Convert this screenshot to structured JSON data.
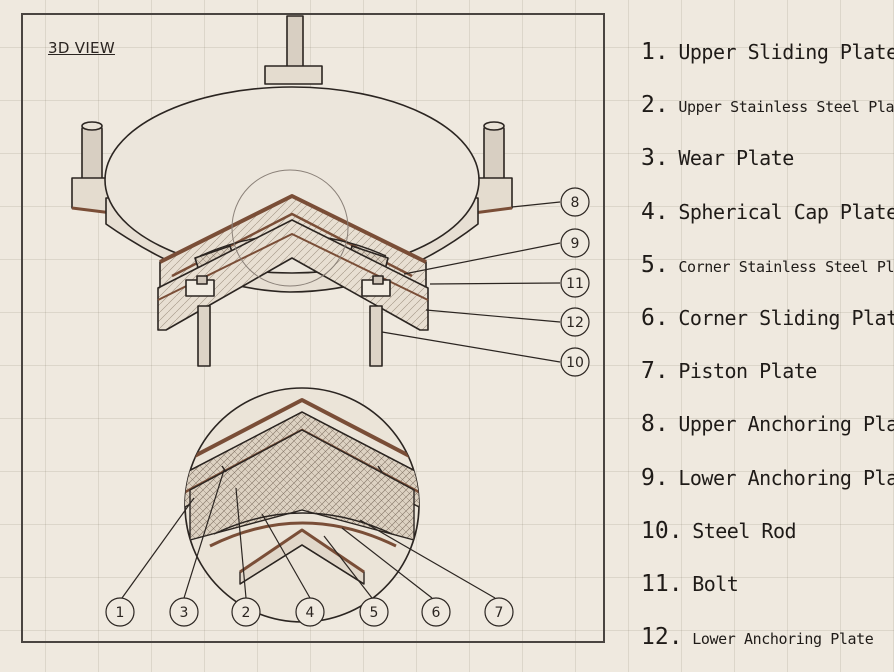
{
  "view_title": "3D VIEW",
  "legend": [
    {
      "num": "1.",
      "text": "Upper Sliding Plate",
      "size": "large"
    },
    {
      "num": "2.",
      "text": "Upper Stainless Steel Plate",
      "size": "small"
    },
    {
      "num": "3.",
      "text": "Wear Plate",
      "size": "large"
    },
    {
      "num": "4.",
      "text": "Spherical Cap Plate",
      "size": "large"
    },
    {
      "num": "5.",
      "text": "Corner Stainless Steel Plate",
      "size": "small"
    },
    {
      "num": "6.",
      "text": "Corner Sliding Plate",
      "size": "large"
    },
    {
      "num": "7.",
      "text": "Piston Plate",
      "size": "large"
    },
    {
      "num": "8.",
      "text": "Upper Anchoring Plate",
      "size": "large"
    },
    {
      "num": "9.",
      "text": "Lower Anchoring Plate",
      "size": "large"
    },
    {
      "num": "10.",
      "text": "Steel Rod",
      "size": "large"
    },
    {
      "num": "11.",
      "text": "Bolt",
      "size": "large"
    },
    {
      "num": "12.",
      "text": "Lower Anchoring Plate",
      "size": "small"
    }
  ],
  "callouts_top": [
    "8",
    "9",
    "11",
    "12",
    "10"
  ],
  "callouts_bottom": [
    "1",
    "3",
    "2",
    "4",
    "5",
    "6",
    "7"
  ],
  "colors": {
    "ink": "#2b2521",
    "wood": "#7a4e37",
    "paper": "#efe9df",
    "frame": "#4a4541"
  }
}
